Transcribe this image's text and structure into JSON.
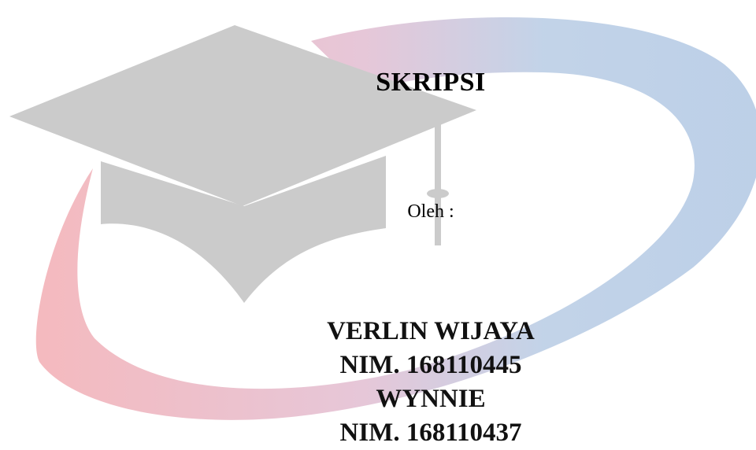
{
  "document": {
    "title": "SKRIPSI",
    "by_label": "Oleh :",
    "authors": [
      {
        "name": "VERLIN WIJAYA",
        "nim": "NIM. 168110445"
      },
      {
        "name": "WYNNIE",
        "nim": "NIM. 168110437"
      }
    ]
  },
  "colors": {
    "ribbon_left": "#f4b6bb",
    "ribbon_right": "#b9cde6",
    "cap": "#cbcbcb"
  },
  "graphics": {
    "background_icons": [
      "mortarboard-icon",
      "swoosh-ribbon"
    ]
  }
}
